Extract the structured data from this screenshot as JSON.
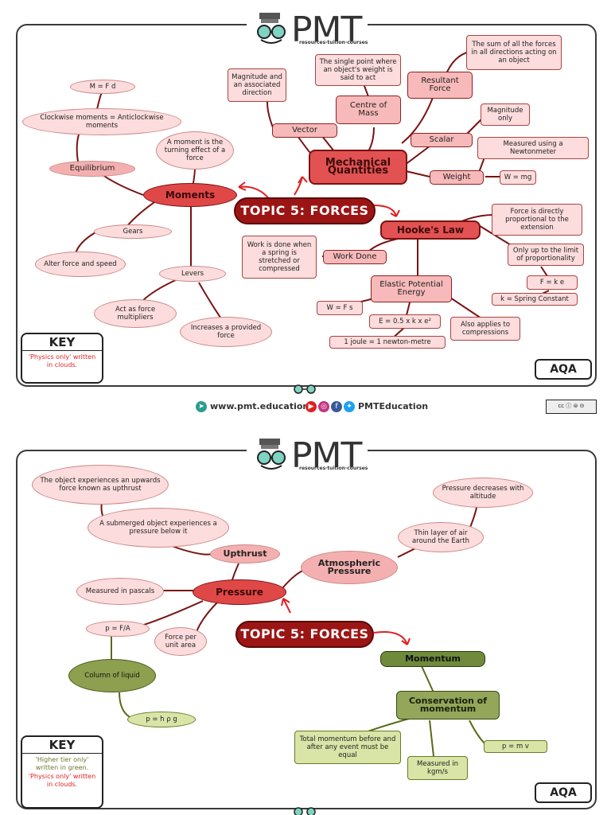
{
  "brand": {
    "name": "PMT",
    "tagline": "resources·tuition·courses"
  },
  "page1": {
    "topic": "TOPIC 5: FORCES",
    "nodes": {
      "mechanical": "Mechanical Quantities",
      "centre_of_mass": "Centre of Mass",
      "centre_of_mass_def": "The single point where an object's weight is said to act",
      "resultant_force": "Resultant Force",
      "resultant_def": "The sum of all the forces in all directions acting on an object",
      "vector": "Vector",
      "vector_def": "Magnitude and an associated direction",
      "scalar": "Scalar",
      "scalar_def": "Magnitude only",
      "weight": "Weight",
      "weight_def": "Measured using a Newtonmeter",
      "weight_eq": "W = mg",
      "moments": "Moments",
      "moment_def": "A moment is the turning effect of a force",
      "m_eq": "M = F d",
      "clockwise": "Clockwise moments = Anticlockwise moments",
      "equilibrium": "Equilibrium",
      "gears": "Gears",
      "alter_force": "Alter force and speed",
      "levers": "Levers",
      "force_mult": "Act as force multipliers",
      "increases": "Increases a provided force",
      "hookes": "Hooke's Law",
      "hookes_def": "Force is directly proportional to the extension",
      "limit": "Only up to the limit of proportionality",
      "f_eq": "F = k e",
      "k_def": "k = Spring Constant",
      "work_done": "Work Done",
      "work_def": "Work is done when a spring is stretched or compressed",
      "epe": "Elastic Potential Energy",
      "w_eq": "W = F s",
      "e_eq": "E = 0.5 x k x e²",
      "joule": "1 joule = 1 newton-metre",
      "applies": "Also applies to compressions"
    },
    "key": {
      "title": "KEY",
      "line1": "'Physics only' written in clouds."
    },
    "board": "AQA"
  },
  "footer": {
    "website": "www.pmt.education",
    "social": "PMTEducation"
  },
  "page2": {
    "topic": "TOPIC 5: FORCES",
    "nodes": {
      "upthrust_def": "The object experiences an upwards force known as upthrust",
      "submerged": "A submerged object experiences a pressure below it",
      "upthrust": "Upthrust",
      "atmospheric": "Atmospheric Pressure",
      "pressure_dec": "Pressure decreases with altitude",
      "thin_layer": "Thin layer of air around the Earth",
      "pascals": "Measured in pascals",
      "pressure": "Pressure",
      "p_eq": "p = F/A",
      "force_per": "Force per unit area",
      "column": "Column of liquid",
      "rho_eq": "p = h ρ g",
      "momentum": "Momentum",
      "conservation": "Conservation of momentum",
      "total_mom": "Total momentum before and after any event must be equal",
      "kgms": "Measured in kgm/s",
      "p_mv": "p = m v"
    },
    "key": {
      "title": "KEY",
      "line1": "'Higher tier only' written in green.",
      "line2": "'Physics only' written in clouds."
    },
    "board": "AQA"
  },
  "colors": {
    "topic": "#9c1515",
    "physics_only": "#e02020",
    "higher_tier": "#6b7a2a"
  }
}
